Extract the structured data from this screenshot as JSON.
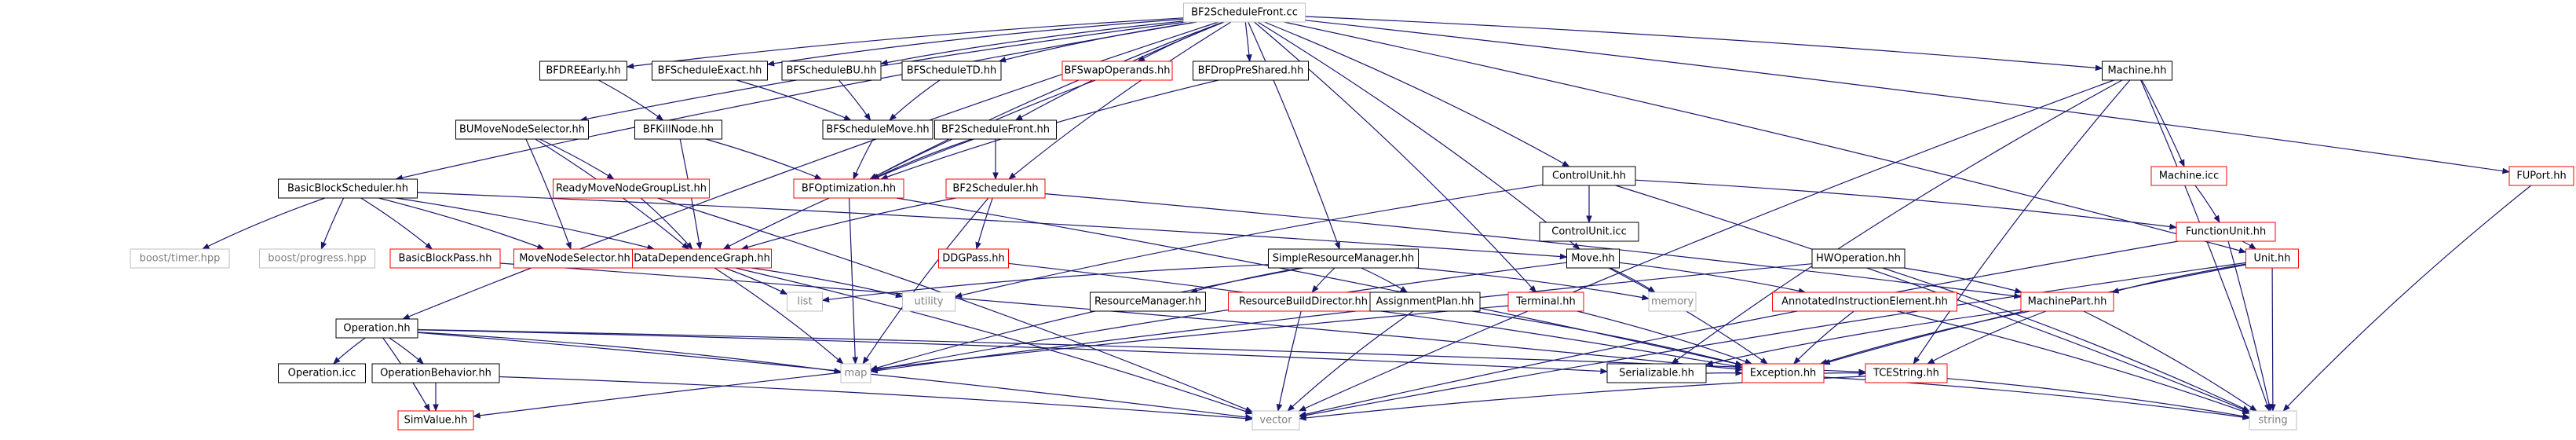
{
  "graph": {
    "edge_color": "#191970",
    "style_colors": {
      "root": "#bfbfbf",
      "normal": "#000000",
      "truncated": "#ff0000",
      "external": "#bfbfbf"
    },
    "nodes": [
      {
        "id": "root",
        "label": "BF2ScheduleFront.cc",
        "style": "root"
      },
      {
        "id": "bfdre",
        "label": "BFDREEarly.hh",
        "style": "normal"
      },
      {
        "id": "bfexact",
        "label": "BFScheduleExact.hh",
        "style": "normal"
      },
      {
        "id": "bfbu",
        "label": "BFScheduleBU.hh",
        "style": "normal"
      },
      {
        "id": "bftd",
        "label": "BFScheduleTD.hh",
        "style": "normal"
      },
      {
        "id": "bfswap",
        "label": "BFSwapOperands.hh",
        "style": "truncated"
      },
      {
        "id": "bfdrop",
        "label": "BFDropPreShared.hh",
        "style": "normal"
      },
      {
        "id": "bumove",
        "label": "BUMoveNodeSelector.hh",
        "style": "normal"
      },
      {
        "id": "bfkill",
        "label": "BFKillNode.hh",
        "style": "normal"
      },
      {
        "id": "bfmove",
        "label": "BFScheduleMove.hh",
        "style": "normal"
      },
      {
        "id": "bf2front",
        "label": "BF2ScheduleFront.hh",
        "style": "normal"
      },
      {
        "id": "rmngl",
        "label": "ReadyMoveNodeGroupList.hh",
        "style": "truncated"
      },
      {
        "id": "bfopt",
        "label": "BFOptimization.hh",
        "style": "truncated"
      },
      {
        "id": "bf2sched",
        "label": "BF2Scheduler.hh",
        "style": "truncated"
      },
      {
        "id": "bbsched",
        "label": "BasicBlockScheduler.hh",
        "style": "normal"
      },
      {
        "id": "timer",
        "label": "boost/timer.hpp",
        "style": "external"
      },
      {
        "id": "progress",
        "label": "boost/progress.hpp",
        "style": "external"
      },
      {
        "id": "bbpass",
        "label": "BasicBlockPass.hh",
        "style": "truncated"
      },
      {
        "id": "mns",
        "label": "MoveNodeSelector.hh",
        "style": "truncated"
      },
      {
        "id": "ddg",
        "label": "DataDependenceGraph.hh",
        "style": "truncated"
      },
      {
        "id": "ddgpass",
        "label": "DDGPass.hh",
        "style": "truncated"
      },
      {
        "id": "srm",
        "label": "SimpleResourceManager.hh",
        "style": "normal"
      },
      {
        "id": "cu",
        "label": "ControlUnit.hh",
        "style": "normal"
      },
      {
        "id": "cuicc",
        "label": "ControlUnit.icc",
        "style": "normal"
      },
      {
        "id": "machine",
        "label": "Machine.hh",
        "style": "normal"
      },
      {
        "id": "machineicc",
        "label": "Machine.icc",
        "style": "truncated"
      },
      {
        "id": "fu",
        "label": "FunctionUnit.hh",
        "style": "truncated"
      },
      {
        "id": "unit",
        "label": "Unit.hh",
        "style": "truncated"
      },
      {
        "id": "fuport",
        "label": "FUPort.hh",
        "style": "truncated"
      },
      {
        "id": "move",
        "label": "Move.hh",
        "style": "normal"
      },
      {
        "id": "hwop",
        "label": "HWOperation.hh",
        "style": "normal"
      },
      {
        "id": "aie",
        "label": "AnnotatedInstructionElement.hh",
        "style": "truncated"
      },
      {
        "id": "mpart",
        "label": "MachinePart.hh",
        "style": "truncated"
      },
      {
        "id": "rmgr",
        "label": "ResourceManager.hh",
        "style": "normal"
      },
      {
        "id": "rbd",
        "label": "ResourceBuildDirector.hh",
        "style": "truncated"
      },
      {
        "id": "aplan",
        "label": "AssignmentPlan.hh",
        "style": "normal"
      },
      {
        "id": "terminal",
        "label": "Terminal.hh",
        "style": "truncated"
      },
      {
        "id": "memory",
        "label": "memory",
        "style": "external"
      },
      {
        "id": "utility",
        "label": "utility",
        "style": "external"
      },
      {
        "id": "list",
        "label": "list",
        "style": "external"
      },
      {
        "id": "op",
        "label": "Operation.hh",
        "style": "normal"
      },
      {
        "id": "opicc",
        "label": "Operation.icc",
        "style": "normal"
      },
      {
        "id": "opbeh",
        "label": "OperationBehavior.hh",
        "style": "normal"
      },
      {
        "id": "simval",
        "label": "SimValue.hh",
        "style": "truncated"
      },
      {
        "id": "map",
        "label": "map",
        "style": "external"
      },
      {
        "id": "serial",
        "label": "Serializable.hh",
        "style": "normal"
      },
      {
        "id": "exc",
        "label": "Exception.hh",
        "style": "truncated"
      },
      {
        "id": "tcestr",
        "label": "TCEString.hh",
        "style": "truncated"
      },
      {
        "id": "vector",
        "label": "vector",
        "style": "external"
      },
      {
        "id": "string",
        "label": "string",
        "style": "external"
      }
    ],
    "edges": [
      [
        "root",
        "bfdre"
      ],
      [
        "root",
        "bfexact"
      ],
      [
        "root",
        "bfbu"
      ],
      [
        "root",
        "bftd"
      ],
      [
        "root",
        "bfswap"
      ],
      [
        "root",
        "bfdrop"
      ],
      [
        "root",
        "bumove"
      ],
      [
        "root",
        "bf2front"
      ],
      [
        "root",
        "bfopt"
      ],
      [
        "root",
        "bf2sched"
      ],
      [
        "root",
        "bbsched"
      ],
      [
        "root",
        "op"
      ],
      [
        "root",
        "srm"
      ],
      [
        "root",
        "cu"
      ],
      [
        "root",
        "machine"
      ],
      [
        "root",
        "fuport"
      ],
      [
        "root",
        "unit"
      ],
      [
        "root",
        "move"
      ],
      [
        "root",
        "terminal"
      ],
      [
        "bfdre",
        "bfkill"
      ],
      [
        "bfexact",
        "bfmove"
      ],
      [
        "bfbu",
        "bfmove"
      ],
      [
        "bftd",
        "bfmove"
      ],
      [
        "bfswap",
        "bfopt"
      ],
      [
        "bfdrop",
        "bfopt"
      ],
      [
        "bfkill",
        "bfopt"
      ],
      [
        "bfkill",
        "ddg"
      ],
      [
        "bfmove",
        "bfopt"
      ],
      [
        "bf2front",
        "bfopt"
      ],
      [
        "bf2front",
        "bf2sched"
      ],
      [
        "bf2front",
        "ddg"
      ],
      [
        "bumove",
        "mns"
      ],
      [
        "bumove",
        "rmngl"
      ],
      [
        "bumove",
        "ddg"
      ],
      [
        "rmngl",
        "ddg"
      ],
      [
        "rmngl",
        "vector"
      ],
      [
        "bfopt",
        "map"
      ],
      [
        "bfopt",
        "exc"
      ],
      [
        "bf2sched",
        "ddg"
      ],
      [
        "bf2sched",
        "ddgpass"
      ],
      [
        "bf2sched",
        "map"
      ],
      [
        "bf2sched",
        "mpart"
      ],
      [
        "bbsched",
        "timer"
      ],
      [
        "bbsched",
        "progress"
      ],
      [
        "bbsched",
        "bbpass"
      ],
      [
        "bbsched",
        "mns"
      ],
      [
        "bbsched",
        "ddg"
      ],
      [
        "bbsched",
        "move"
      ],
      [
        "bbpass",
        "exc"
      ],
      [
        "ddg",
        "list"
      ],
      [
        "ddg",
        "map"
      ],
      [
        "ddg",
        "vector"
      ],
      [
        "ddg",
        "utility"
      ],
      [
        "ddgpass",
        "exc"
      ],
      [
        "srm",
        "rmgr"
      ],
      [
        "srm",
        "rbd"
      ],
      [
        "srm",
        "aplan"
      ],
      [
        "srm",
        "list"
      ],
      [
        "srm",
        "map"
      ],
      [
        "srm",
        "memory"
      ],
      [
        "rbd",
        "vector"
      ],
      [
        "aplan",
        "vector"
      ],
      [
        "aplan",
        "exc"
      ],
      [
        "terminal",
        "exc"
      ],
      [
        "terminal",
        "simval"
      ],
      [
        "cu",
        "cuicc"
      ],
      [
        "cu",
        "fu"
      ],
      [
        "cu",
        "string"
      ],
      [
        "cu",
        "utility"
      ],
      [
        "machine",
        "machineicc"
      ],
      [
        "machine",
        "serial"
      ],
      [
        "machine",
        "tcestr"
      ],
      [
        "machine",
        "vector"
      ],
      [
        "machine",
        "string"
      ],
      [
        "machineicc",
        "fu"
      ],
      [
        "fu",
        "unit"
      ],
      [
        "fu",
        "string"
      ],
      [
        "fu",
        "vector"
      ],
      [
        "unit",
        "mpart"
      ],
      [
        "unit",
        "exc"
      ],
      [
        "unit",
        "string"
      ],
      [
        "unit",
        "vector"
      ],
      [
        "fuport",
        "string"
      ],
      [
        "move",
        "memory"
      ],
      [
        "move",
        "aie"
      ],
      [
        "move",
        "exc"
      ],
      [
        "move",
        "map"
      ],
      [
        "hwop",
        "mpart"
      ],
      [
        "hwop",
        "map"
      ],
      [
        "hwop",
        "string"
      ],
      [
        "aie",
        "exc"
      ],
      [
        "aie",
        "string"
      ],
      [
        "mpart",
        "serial"
      ],
      [
        "mpart",
        "exc"
      ],
      [
        "mpart",
        "tcestr"
      ],
      [
        "mpart",
        "string"
      ],
      [
        "op",
        "opicc"
      ],
      [
        "op",
        "opbeh"
      ],
      [
        "op",
        "simval"
      ],
      [
        "op",
        "map"
      ],
      [
        "op",
        "vector"
      ],
      [
        "op",
        "serial"
      ],
      [
        "op",
        "tcestr"
      ],
      [
        "opbeh",
        "simval"
      ],
      [
        "opbeh",
        "vector"
      ],
      [
        "exc",
        "tcestr"
      ],
      [
        "exc",
        "string"
      ],
      [
        "tcestr",
        "string"
      ],
      [
        "tcestr",
        "vector"
      ],
      [
        "serial",
        "exc"
      ]
    ]
  }
}
